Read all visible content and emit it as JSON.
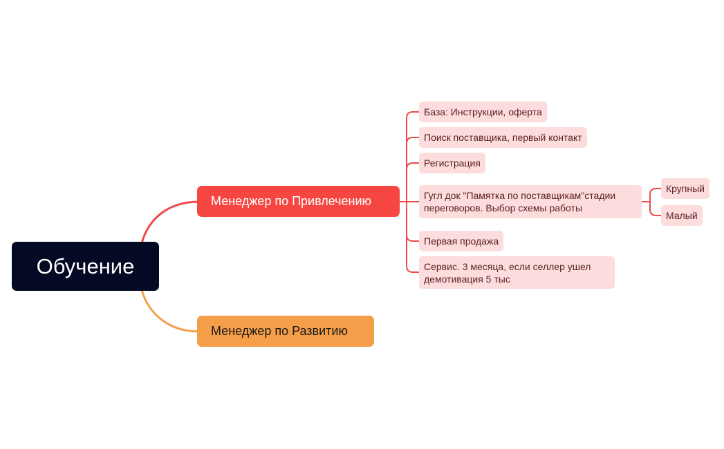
{
  "colors": {
    "root": "#050a24",
    "branch_recruitment": "#f64641",
    "branch_development": "#f59e49",
    "leaf": "#fcdcdc",
    "leaf_text": "#5a1f1f",
    "link_red": "#ee4a4a",
    "link_orange": "#f3a04c"
  },
  "mindmap": {
    "root": "Обучение",
    "branches": [
      {
        "label": "Менеджер по Привлечению",
        "children": [
          "База: Инструкции, оферта",
          "Поиск поставщика, первый контакт",
          "Регистрация",
          "Гугл док \"Памятка по поставщикам\"стадии переговоров.  Выбор схемы работы",
          "Первая продажа",
          "Сервис. 3 месяца, если селлер ушел демотивация 5 тыс"
        ],
        "sub_children": [
          "Крупный",
          "Малый"
        ]
      },
      {
        "label": "Менеджер по Развитию",
        "children": []
      }
    ]
  }
}
